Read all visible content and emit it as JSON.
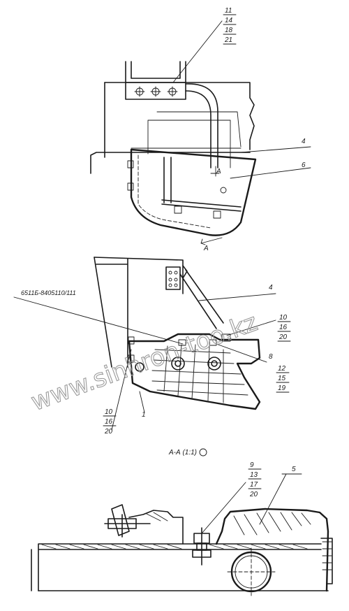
{
  "view_top": {
    "callout_stack": [
      "11",
      "14",
      "18",
      "21"
    ],
    "label_4": "4",
    "label_6": "6",
    "section_mark_upper": "A",
    "section_mark_lower": "A"
  },
  "view_side": {
    "part_number_label": "6511Б-8405110/111",
    "label_4": "4",
    "stack_right_upper": [
      "10",
      "16",
      "20"
    ],
    "label_8": "8",
    "stack_right_lower": [
      "12",
      "15",
      "19"
    ],
    "label_1": "1",
    "stack_left": [
      "10",
      "16",
      "20"
    ]
  },
  "section_view": {
    "title": "А-А (1:1)",
    "callout_stack": [
      "9",
      "13",
      "17",
      "20"
    ],
    "label_5": "5"
  },
  "watermark": "www.sinhron-too.kz"
}
